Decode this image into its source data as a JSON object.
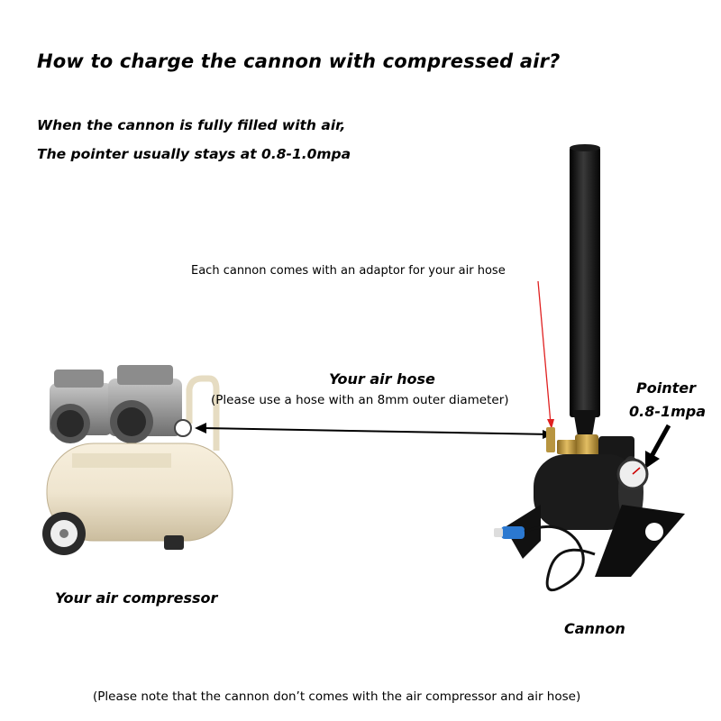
{
  "title": "How to charge the cannon with compressed air?",
  "subtitle_line1": "When the cannon is fully filled with air,",
  "subtitle_line2": "The pointer usually stays at 0.8-1.0mpa",
  "adaptor_note": "Each cannon comes with an adaptor for your air hose",
  "air_hose": {
    "label": "Your air hose",
    "note": "(Please use a hose with an 8mm outer diameter)"
  },
  "pointer": {
    "label": "Pointer",
    "value": "0.8-1mpa"
  },
  "compressor_label": "Your air compressor",
  "cannon_label": "Cannon",
  "footer_note": "(Please note that the cannon don’t comes with the air compressor and air hose)",
  "colors": {
    "compressor_tank": "#efe5cf",
    "motor_gray": "#9a9a9a",
    "cannon_black": "#111111",
    "brass_valve": "#c9a14a",
    "adaptor_arrow": "#e02020"
  }
}
